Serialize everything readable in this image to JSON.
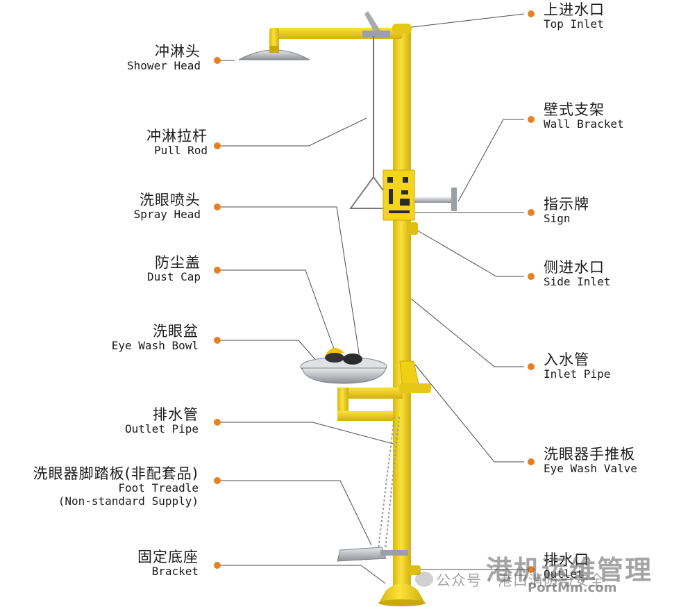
{
  "labels": {
    "top_inlet": {
      "zh": "上进水口",
      "en": "Top Inlet"
    },
    "shower_head": {
      "zh": "冲淋头",
      "en": "Shower Head"
    },
    "wall_bracket": {
      "zh": "壁式支架",
      "en": "Wall Bracket"
    },
    "pull_rod": {
      "zh": "冲淋拉杆",
      "en": "Pull Rod"
    },
    "sign": {
      "zh": "指示牌",
      "en": "Sign"
    },
    "spray_head": {
      "zh": "洗眼喷头",
      "en": "Spray Head"
    },
    "side_inlet": {
      "zh": "侧进水口",
      "en": "Side Inlet"
    },
    "dust_cap": {
      "zh": "防尘盖",
      "en": "Dust Cap"
    },
    "eye_wash_bowl": {
      "zh": "洗眼盆",
      "en": "Eye Wash Bowl"
    },
    "inlet_pipe": {
      "zh": "入水管",
      "en": "Inlet Pipe"
    },
    "outlet_pipe": {
      "zh": "排水管",
      "en": "Outlet Pipe"
    },
    "eye_wash_valve": {
      "zh": "洗眼器手推板",
      "en": "Eye Wash Valve"
    },
    "foot_treadle": {
      "zh": "洗眼器脚踏板(非配套品)",
      "en": "Foot Treadle",
      "en2": "(Non-standard Supply)"
    },
    "bracket": {
      "zh": "固定底座",
      "en": "Bracket"
    },
    "outlet": {
      "zh": "排水口",
      "en": "Outlet"
    }
  },
  "watermark": {
    "title": "港机运维管理",
    "account": "公众号 · 港口消防与安全",
    "url": "PortMm.com"
  },
  "colors": {
    "pipe": "#f3d21c",
    "pipe_shade": "#c9a90a",
    "leader_dot": "#e7801f",
    "metal": "#b8bcc0"
  }
}
